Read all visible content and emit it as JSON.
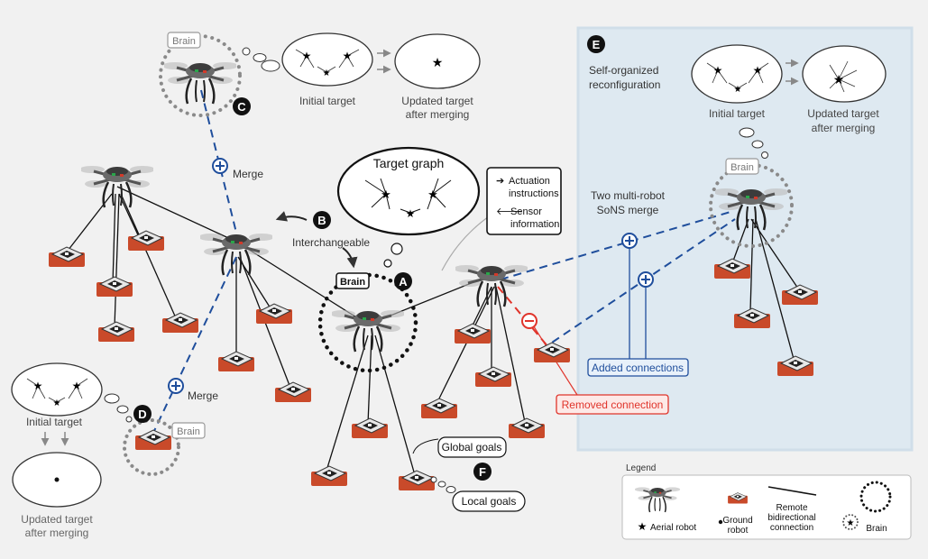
{
  "labels": {
    "brain": "Brain",
    "merge": "Merge",
    "interchangeable": "Interchangeable",
    "initial_target": "Initial target",
    "updated_target_l1": "Updated target",
    "updated_target_l2": "after merging",
    "target_graph": "Target graph",
    "actuation_l1": "Actuation",
    "actuation_l2": "instructions",
    "sensor_l1": "Sensor",
    "sensor_l2": "information",
    "two_sons_l1": "Two multi-robot",
    "two_sons_l2": "SoNS merge",
    "self_org_l1": "Self-organized",
    "self_org_l2": "reconfiguration",
    "added_connections": "Added connections",
    "removed_connection": "Removed connection",
    "global_goals": "Global goals",
    "local_goals": "Local goals"
  },
  "markers": {
    "a": "A",
    "b": "B",
    "c": "C",
    "d": "D",
    "e": "E",
    "f": "F"
  },
  "legend": {
    "title": "Legend",
    "aerial": "Aerial robot",
    "ground_l1": "Ground",
    "ground_l2": "robot",
    "remote_l1": "Remote",
    "remote_l2": "bidirectional",
    "remote_l3": "connection",
    "brain": "Brain"
  },
  "colors": {
    "merge_blue": "#1f4e9c",
    "removed_red": "#e0342b",
    "panel_blue": "#d6e6f2",
    "ground_robot": "#c94a2a"
  }
}
